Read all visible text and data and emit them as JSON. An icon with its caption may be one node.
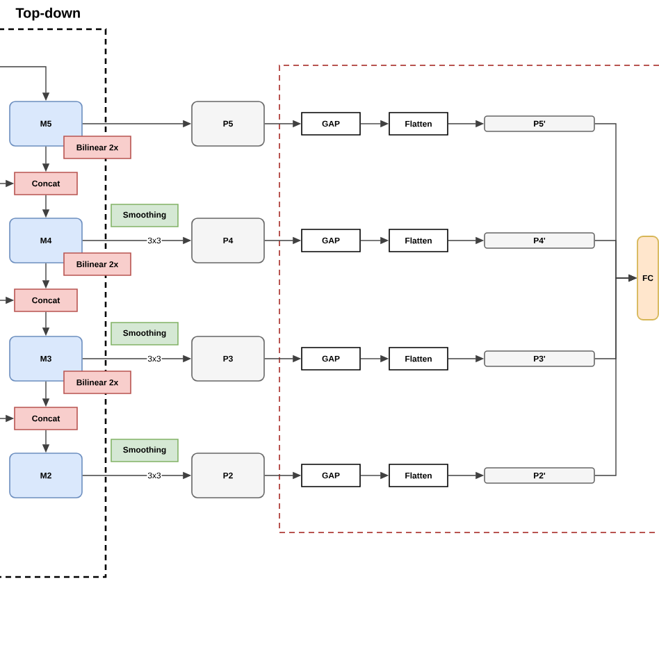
{
  "diagram": {
    "nodes": [
      {
        "text": [
          "Top-down"
        ]
      },
      {
        "text": [
          "M5"
        ],
        "in": 0
      },
      {
        "text": [
          "Bilinear 2x"
        ]
      },
      {
        "text": [
          "Concat"
        ],
        "in": 0
      },
      {
        "text": [
          "M4"
        ],
        "in": 0
      },
      {
        "text": [
          "Bilinear 2x"
        ]
      },
      {
        "text": [
          "Concat"
        ],
        "in": 0
      },
      {
        "text": [
          "M3"
        ],
        "in": 0
      },
      {
        "text": [
          "Bilinear 2x"
        ]
      },
      {
        "text": [
          "Concat"
        ],
        "in": 0
      },
      {
        "text": [
          "M2"
        ],
        "in": 0
      },
      {
        "text": [
          "Smoothing"
        ]
      },
      {
        "text": [
          "Smoothing"
        ]
      },
      {
        "text": [
          "Smoothing"
        ]
      },
      {
        "text": [
          "P5"
        ]
      },
      {
        "text": [
          "P4"
        ]
      },
      {
        "text": [
          "P3"
        ]
      },
      {
        "text": [
          "P2"
        ]
      },
      {
        "text": [],
        "shape": "box"
      },
      {
        "text": [
          "GAP"
        ],
        "in": 18
      },
      {
        "text": [
          "Flatten"
        ],
        "in": 18
      },
      {
        "text": [
          "P5'"
        ],
        "in": 18
      },
      {
        "text": [
          "GAP"
        ],
        "in": 18
      },
      {
        "text": [
          "Flatten"
        ],
        "in": 18
      },
      {
        "text": [
          "P4'"
        ],
        "in": 18
      },
      {
        "text": [
          "GAP"
        ],
        "in": 18
      },
      {
        "text": [
          "Flatten"
        ],
        "in": 18
      },
      {
        "text": [
          "P3'"
        ],
        "in": 18
      },
      {
        "text": [
          "GAP"
        ],
        "in": 18
      },
      {
        "text": [
          "Flatten"
        ],
        "in": 18
      },
      {
        "text": [
          "P2'"
        ],
        "in": 18
      },
      {
        "text": [
          "FC"
        ],
        "in": 18
      }
    ],
    "edges": [
      {
        "from": null,
        "to": 1,
        "arrow": "to"
      },
      {
        "from": 1,
        "to": 14,
        "arrow": "to"
      },
      {
        "from": 4,
        "to": 15,
        "arrow": "to",
        "label": "3x3"
      },
      {
        "from": 7,
        "to": 16,
        "arrow": "to",
        "label": "3x3"
      },
      {
        "from": 10,
        "to": 17,
        "arrow": "to",
        "label": "3x3"
      },
      {
        "from": 1,
        "to": 3,
        "arrow": "to"
      },
      {
        "from": 3,
        "to": 4,
        "arrow": "to"
      },
      {
        "from": 4,
        "to": 6,
        "arrow": "to"
      },
      {
        "from": 6,
        "to": 7,
        "arrow": "to"
      },
      {
        "from": 7,
        "to": 9,
        "arrow": "to"
      },
      {
        "from": 9,
        "to": 10,
        "arrow": "to"
      },
      {
        "from": null,
        "to": 3,
        "arrow": "to"
      },
      {
        "from": null,
        "to": 6,
        "arrow": "to"
      },
      {
        "from": null,
        "to": 9,
        "arrow": "to"
      },
      {
        "from": 14,
        "to": 19,
        "arrow": "to"
      },
      {
        "from": 15,
        "to": 22,
        "arrow": "to"
      },
      {
        "from": 16,
        "to": 25,
        "arrow": "to"
      },
      {
        "from": 17,
        "to": 28,
        "arrow": "to"
      },
      {
        "from": 19,
        "to": 20,
        "arrow": "to"
      },
      {
        "from": 22,
        "to": 23,
        "arrow": "to"
      },
      {
        "from": 25,
        "to": 26,
        "arrow": "to"
      },
      {
        "from": 28,
        "to": 29,
        "arrow": "to"
      },
      {
        "from": 20,
        "to": 21,
        "arrow": "to"
      },
      {
        "from": 23,
        "to": 24,
        "arrow": "to"
      },
      {
        "from": 26,
        "to": 27,
        "arrow": "to"
      },
      {
        "from": 29,
        "to": 30,
        "arrow": "to"
      },
      {
        "from": 21,
        "to": 31,
        "arrow": "to"
      },
      {
        "from": 24,
        "to": 31,
        "arrow": "to"
      },
      {
        "from": 27,
        "to": 31,
        "arrow": "to"
      },
      {
        "from": 30,
        "to": 31,
        "arrow": "to"
      }
    ]
  }
}
